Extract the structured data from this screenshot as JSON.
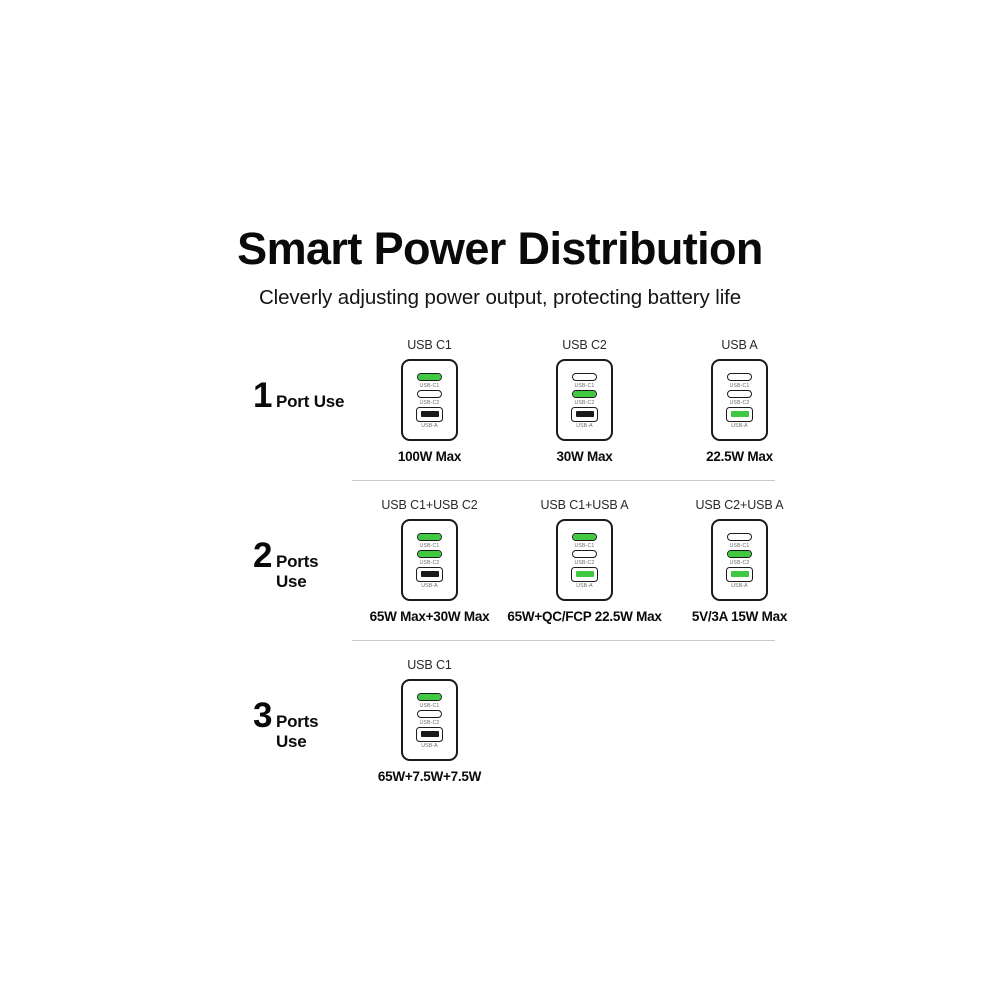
{
  "header": {
    "title": "Smart Power Distribution",
    "subtitle": "Cleverly adjusting power output, protecting battery life"
  },
  "colors": {
    "active_port": "#40c940",
    "outline": "#1b1b1b",
    "divider": "#c9c9c9",
    "port_label": "#6a6a6a",
    "background": "#ffffff"
  },
  "port_labels": {
    "c1": "USB-C1",
    "c2": "USB-C2",
    "a": "USB-A"
  },
  "rows": [
    {
      "num": "1",
      "word": "Port Use",
      "cards": [
        {
          "title": "USB C1",
          "watt": "100W Max",
          "ports": {
            "c1": true,
            "c2": false,
            "a": false
          }
        },
        {
          "title": "USB C2",
          "watt": "30W Max",
          "ports": {
            "c1": false,
            "c2": true,
            "a": false
          }
        },
        {
          "title": "USB A",
          "watt": "22.5W Max",
          "ports": {
            "c1": false,
            "c2": false,
            "a": true
          }
        }
      ]
    },
    {
      "num": "2",
      "word": "Ports Use",
      "cards": [
        {
          "title": "USB C1+USB C2",
          "watt": "65W Max+30W Max",
          "ports": {
            "c1": true,
            "c2": true,
            "a": false
          }
        },
        {
          "title": "USB C1+USB A",
          "watt": "65W+QC/FCP 22.5W Max",
          "ports": {
            "c1": true,
            "c2": false,
            "a": true
          }
        },
        {
          "title": "USB C2+USB A",
          "watt": "5V/3A 15W Max",
          "ports": {
            "c1": false,
            "c2": true,
            "a": true
          }
        }
      ]
    },
    {
      "num": "3",
      "word": "Ports Use",
      "cards": [
        {
          "title": "USB C1",
          "watt": "65W+7.5W+7.5W",
          "ports": {
            "c1": true,
            "c2": false,
            "a": false
          }
        }
      ]
    }
  ]
}
